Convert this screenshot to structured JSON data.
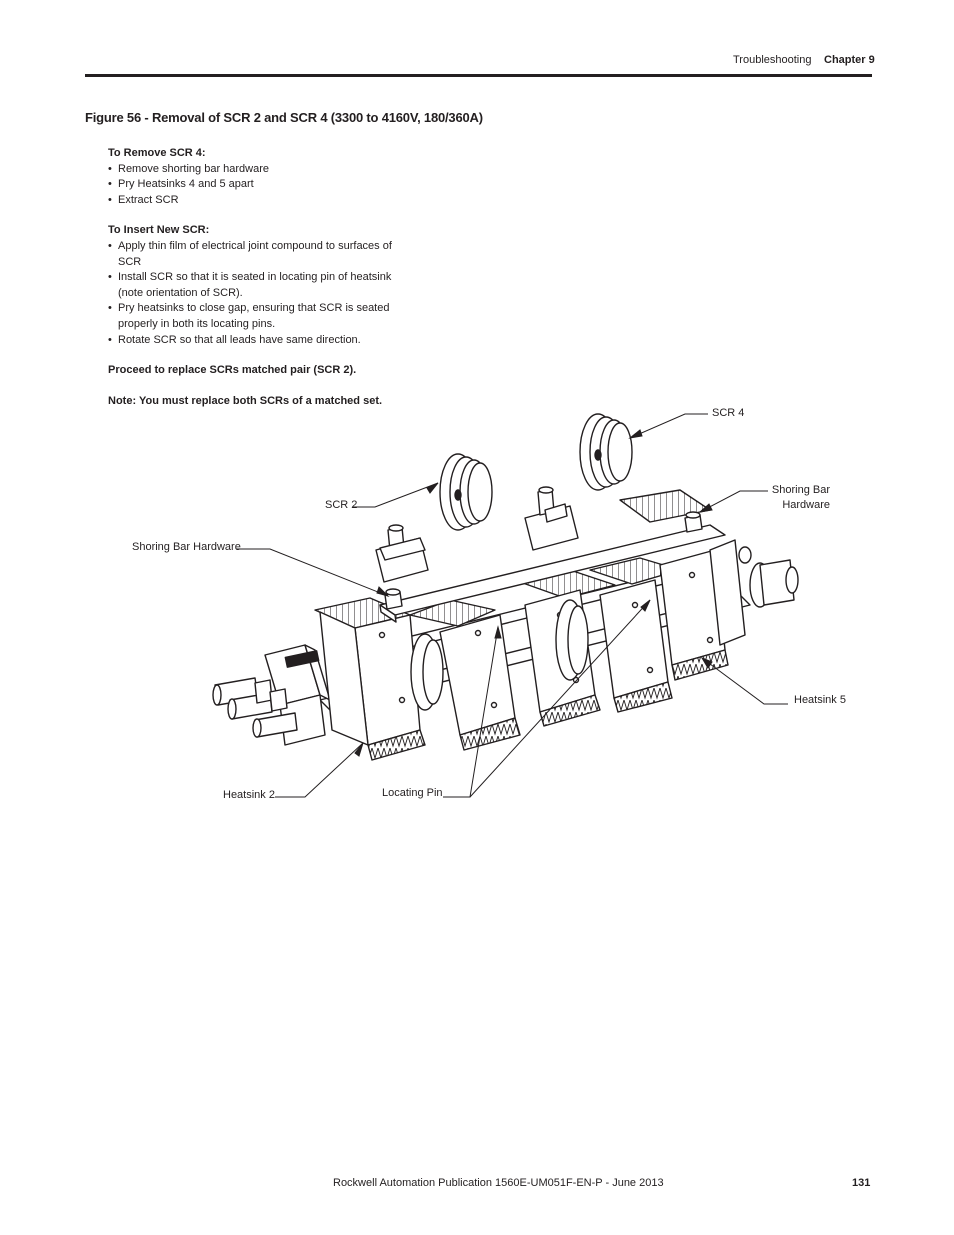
{
  "header": {
    "section": "Troubleshooting",
    "chapter": "Chapter 9"
  },
  "figure": {
    "title": "Figure 56 - Removal of SCR 2 and SCR 4 (3300 to 4160V, 180/360A)"
  },
  "instructions": {
    "remove_heading": "To Remove SCR 4:",
    "remove_steps": [
      "Remove shorting bar hardware",
      "Pry Heatsinks 4 and 5 apart",
      "Extract SCR"
    ],
    "insert_heading": "To Insert New SCR:",
    "insert_steps": [
      "Apply thin film of electrical joint compound to surfaces of SCR",
      "Install SCR so that it is seated in locating pin of heatsink (note orientation of SCR).",
      "Pry heatsinks to close gap, ensuring that SCR is seated properly in both its locating pins.",
      "Rotate SCR so that all leads have same direction."
    ],
    "proceed": "Proceed to replace SCRs matched pair (SCR 2).",
    "note": "Note: You must replace both SCRs of a matched set."
  },
  "callouts": {
    "scr4": "SCR 4",
    "scr2": "SCR 2",
    "shoring_right": "Shoring Bar Hardware",
    "shoring_left": "Shoring Bar Hardware",
    "heatsink5": "Heatsink 5",
    "heatsink2": "Heatsink 2",
    "locating_pin": "Locating Pin"
  },
  "footer": {
    "publication": "Rockwell Automation Publication 1560E-UM051F-EN-P - June 2013",
    "page_number": "131"
  }
}
